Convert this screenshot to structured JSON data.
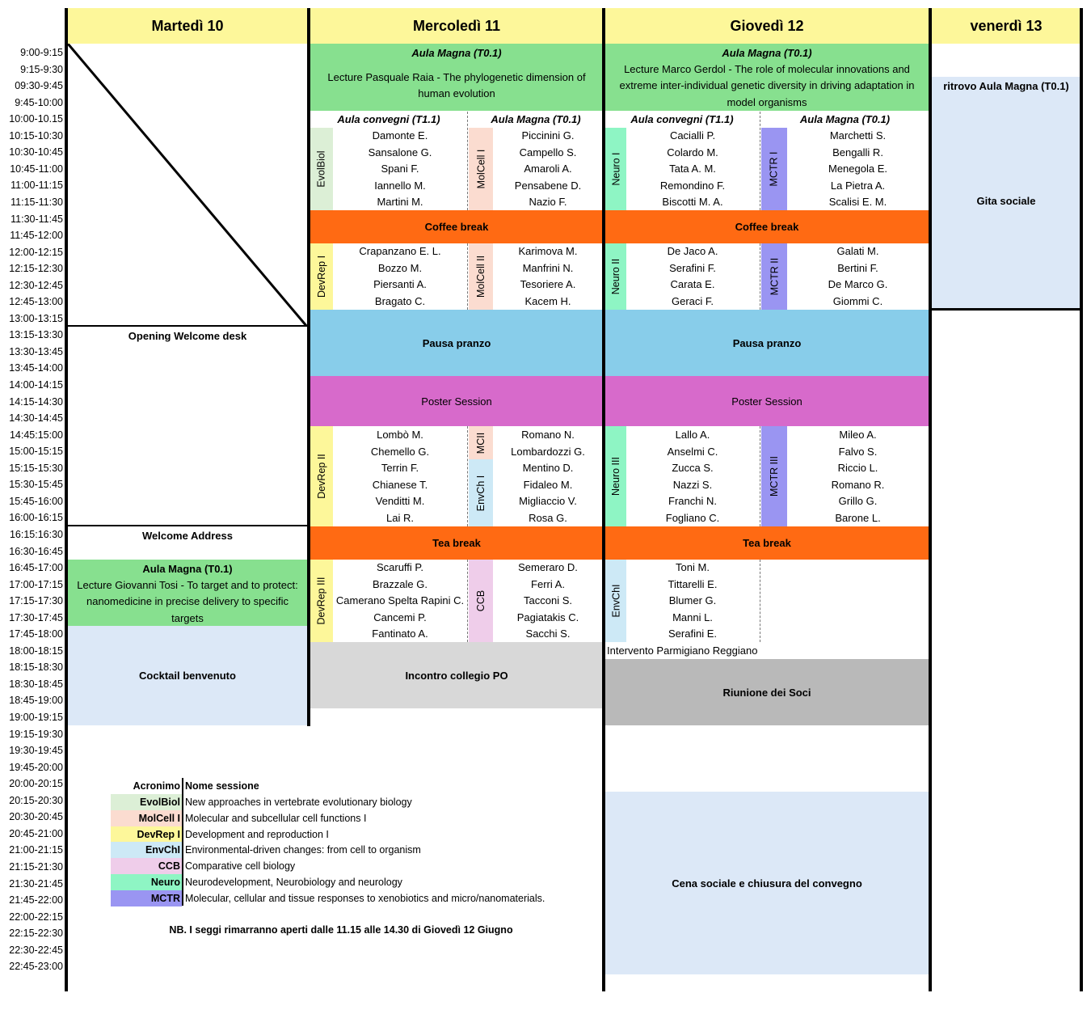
{
  "days": {
    "tue": "Martedì 10",
    "wed": "Mercoledì 11",
    "thu": "Giovedì 12",
    "fri": "venerdì 13"
  },
  "times": [
    "9:00-9:15",
    "9:15-9:30",
    "09:30-9:45",
    "9:45-10:00",
    "10:00-10.15",
    "10:15-10:30",
    "10:30-10:45",
    "10:45-11:00",
    "11:00-11:15",
    "11:15-11:30",
    "11:30-11:45",
    "11:45-12:00",
    "12:00-12:15",
    "12:15-12:30",
    "12:30-12:45",
    "12:45-13:00",
    "13:00-13:15",
    "13:15-13:30",
    "13:30-13:45",
    "13:45-14:00",
    "14:00-14:15",
    "14:15-14:30",
    "14:30-14:45",
    "14:45:15:00",
    "15:00-15:15",
    "15:15-15:30",
    "15:30-15:45",
    "15:45-16:00",
    "16:00-16:15",
    "16:15:16:30",
    "16:30-16:45",
    "16:45-17:00",
    "17:00-17:15",
    "17:15-17:30",
    "17:30-17:45",
    "17:45-18:00",
    "18:00-18:15",
    "18:15-18:30",
    "18:30-18:45",
    "18:45-19:00",
    "19:00-19:15",
    "19:15-19:30",
    "19:30-19:45",
    "19:45-20:00",
    "20:00-20:15",
    "20:15-20:30",
    "20:30-20:45",
    "20:45-21:00",
    "21:00-21:15",
    "21:15-21:30",
    "21:30-21:45",
    "21:45-22:00",
    "22:00-22:15",
    "22:15-22:30",
    "22:30-22:45",
    "22:45-23:00"
  ],
  "tue": {
    "opening": "Opening Welcome desk",
    "welcome": "Welcome Address",
    "lecture_room": "Aula Magna (T0.1)",
    "lecture": "Lecture Giovanni Tosi - To target and to protect: nanomedicine in precise delivery to specific targets",
    "cocktail": "Cocktail benvenuto"
  },
  "wed": {
    "lecture_room": "Aula Magna (T0.1)",
    "lecture": "Lecture Pasquale Raia - The phylogenetic dimension of human evolution",
    "room_left": "Aula convegni (T1.1)",
    "room_right": "Aula Magna (T0.1)",
    "s1_left_tag": "EvolBiol",
    "s1_left": [
      "Damonte E.",
      "Sansalone G.",
      "Spani F.",
      "Iannello M.",
      "Martini M."
    ],
    "s1_right_tag": "MolCell I",
    "s1_right": [
      "Piccinini G.",
      "Campello S.",
      "Amaroli A.",
      "Pensabene D.",
      "Nazio F."
    ],
    "coffee": "Coffee break",
    "s2_left_tag": "DevRep I",
    "s2_left": [
      "Crapanzano E. L.",
      "Bozzo M.",
      "Piersanti A.",
      "Bragato C."
    ],
    "s2_right_tag": "MolCell II",
    "s2_right": [
      "Karimova M.",
      "Manfrini N.",
      "Tesoriere A.",
      "Kacem H."
    ],
    "lunch": "Pausa pranzo",
    "poster": "Poster Session",
    "s3_left_tag": "DevRep II",
    "s3_left": [
      "Lombò M.",
      "Chemello G.",
      "Terrin F.",
      "Chianese T.",
      "Venditti M.",
      "Lai R."
    ],
    "s3_right_tag_a": "MCII",
    "s3_right_tag_b": "EnvCh I",
    "s3_right": [
      "Romano N.",
      "Lombardozzi G.",
      "Mentino D.",
      "Fidaleo M.",
      "Migliaccio V.",
      "Rosa G."
    ],
    "tea": "Tea break",
    "s4_left_tag": "DevRep III",
    "s4_left": [
      "Scaruffi P.",
      "Brazzale G.",
      "Camerano Spelta Rapini C.",
      "Cancemi P.",
      "Fantinato A."
    ],
    "s4_right_tag": "CCB",
    "s4_right": [
      "Semeraro D.",
      "Ferri A.",
      "Tacconi S.",
      "Pagiatakis C.",
      "Sacchi S."
    ],
    "meeting": "Incontro collegio PO"
  },
  "thu": {
    "lecture_room": "Aula Magna (T0.1)",
    "lecture": "Lecture Marco Gerdol  - The role of molecular innovations and extreme inter-individual genetic diversity in driving adaptation in model  organisms",
    "room_left": "Aula convegni (T1.1)",
    "room_right": "Aula Magna (T0.1)",
    "s1_left_tag": "Neuro I",
    "s1_left": [
      "Cacialli P.",
      "Colardo M.",
      "Tata A. M.",
      "Remondino F.",
      "Biscotti M. A."
    ],
    "s1_right_tag": "MCTR I",
    "s1_right": [
      "Marchetti S.",
      "Bengalli R.",
      "Menegola E.",
      "La Pietra A.",
      "Scalisi E. M."
    ],
    "coffee": "Coffee break",
    "s2_left_tag": "Neuro II",
    "s2_left": [
      "De Jaco A.",
      "Serafini F.",
      "Carata E.",
      "Geraci F."
    ],
    "s2_right_tag": "MCTR II",
    "s2_right": [
      "Galati M.",
      "Bertini F.",
      "De Marco G.",
      "Giommi C."
    ],
    "lunch": "Pausa pranzo",
    "poster": "Poster Session",
    "s3_left_tag": "Neuro III",
    "s3_left": [
      "Lallo A.",
      "Anselmi C.",
      "Zucca S.",
      "Nazzi S.",
      "Franchi N.",
      "Fogliano C."
    ],
    "s3_right_tag": "MCTR III",
    "s3_right": [
      "Mileo A.",
      "Falvo S.",
      "Riccio L.",
      "Romano R.",
      "Grillo G.",
      "Barone L."
    ],
    "tea": "Tea break",
    "s4_left_tag": "EnvChI",
    "s4_left": [
      "Toni M.",
      "Tittarelli E.",
      "Blumer G.",
      "Manni L.",
      "Serafini E."
    ],
    "parmigiano": "Intervento Parmigiano Reggiano",
    "soci": "Riunione dei Soci",
    "dinner": "Cena sociale e chiusura del convegno"
  },
  "fri": {
    "meet": "ritrovo Aula Magna (T0.1)",
    "trip": "Gita sociale"
  },
  "legend": {
    "header_acr": "Acronimo",
    "header_name": "Nome sessione",
    "rows": [
      {
        "acr": "EvolBiol",
        "name": "New approaches in vertebrate evolutionary biology",
        "color": "#dcefd6"
      },
      {
        "acr": "MolCell I",
        "name": "Molecular and subcellular cell functions I",
        "color": "#fbdcd0"
      },
      {
        "acr": "DevRep I",
        "name": "Development and reproduction I",
        "color": "#fdf79a"
      },
      {
        "acr": "EnvChI",
        "name": "Environmental-driven changes: from cell to organism",
        "color": "#cde9f6"
      },
      {
        "acr": "CCB",
        "name": "Comparative cell biology",
        "color": "#efcdea"
      },
      {
        "acr": "Neuro",
        "name": "Neurodevelopment, Neurobiology and neurology",
        "color": "#8ef5c4"
      },
      {
        "acr": "MCTR",
        "name": "Molecular, cellular and tissue responses to xenobiotics and micro/nanomaterials.",
        "color": "#9a95f2"
      }
    ],
    "note": "NB. I seggi rimarranno aperti dalle 11.15 alle 14.30 di Giovedì 12 Giugno"
  },
  "colors": {
    "header": "#fdf79a",
    "lecture": "#87e08f",
    "coffee": "#ff6a13",
    "lunch": "#88cdea",
    "poster": "#d76acb",
    "evening_blue": "#dce8f7",
    "meeting_grey": "#d8d8d8",
    "soci_grey": "#b9b9b9"
  }
}
